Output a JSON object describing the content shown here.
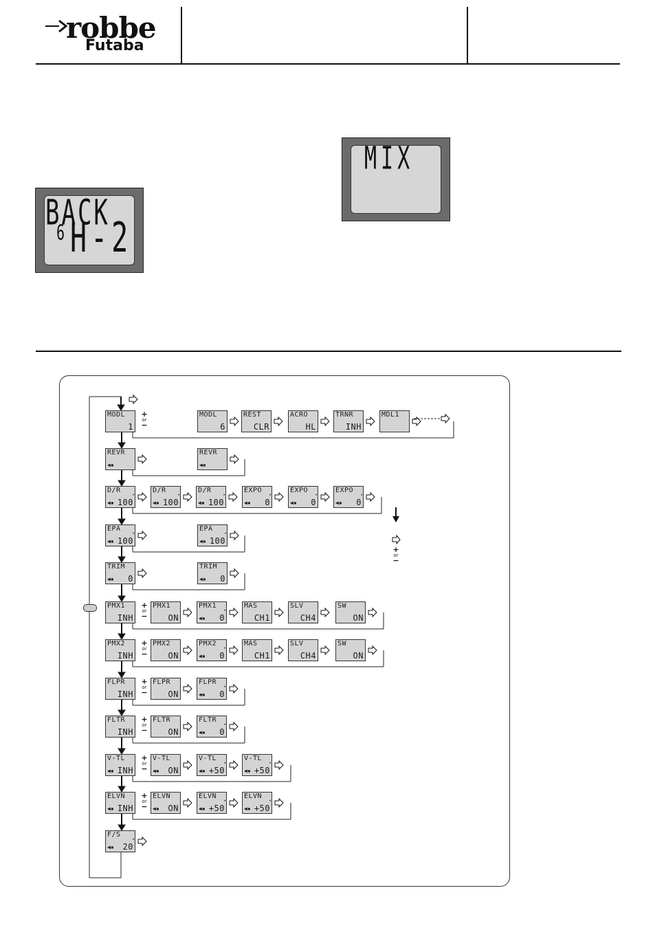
{
  "header": {
    "brand_top": "robbe",
    "brand_bottom": "Futaba"
  },
  "lcd_back": {
    "line1": "BACK",
    "line2_small": "6",
    "line2": "H-2"
  },
  "lcd_mix": {
    "line1": "MIX"
  },
  "pm_labels": {
    "plus": "+",
    "or": "or",
    "minus": "−"
  },
  "diagram": {
    "r0": [
      "MODL|1",
      "MODL|6",
      "REST|CLR",
      "ACRO|HL",
      "TRNR|INH",
      "MDL1|"
    ],
    "r1": [
      "REVR|",
      "REVR|"
    ],
    "r2": [
      "D/R|100",
      "D/R|100",
      "D/R|100",
      "EXPO|0",
      "EXPO|0",
      "EXPO|0"
    ],
    "r3": [
      "EPA|100",
      "EPA|100"
    ],
    "r4": [
      "TRIM|0",
      "TRIM|0"
    ],
    "r5": [
      "PMX1|INH",
      "PMX1|ON",
      "PMX1|0",
      "MAS|CH1",
      "SLV|CH4",
      "SW|ON"
    ],
    "r6": [
      "PMX2|INH",
      "PMX2|ON",
      "PMX2|0",
      "MAS|CH1",
      "SLV|CH4",
      "SW|ON"
    ],
    "r7": [
      "FLPR|INH",
      "FLPR|ON",
      "FLPR|0"
    ],
    "r8": [
      "FLTR|INH",
      "FLTR|ON",
      "FLTR|0"
    ],
    "r9": [
      "V-TL|INH",
      "V-TL|ON",
      "V-TL|+50",
      "V-TL|+50"
    ],
    "r10": [
      "ELVN|INH",
      "ELVN|ON",
      "ELVN|+50",
      "ELVN|+50"
    ],
    "r11": [
      "F/S|20"
    ]
  }
}
